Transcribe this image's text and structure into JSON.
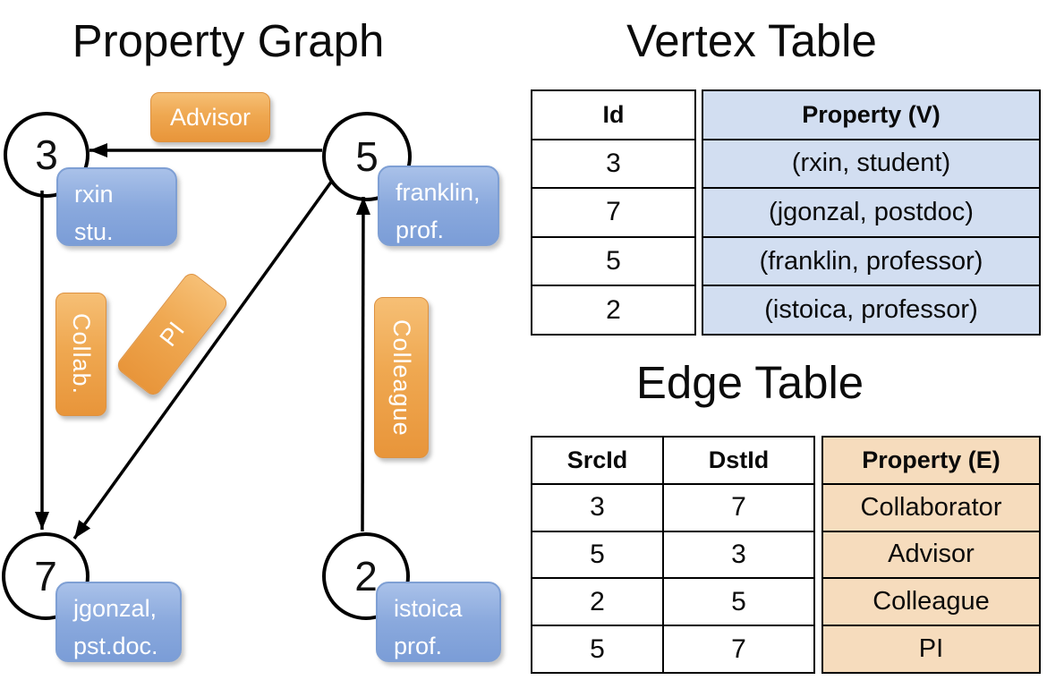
{
  "graph": {
    "title": "Property Graph",
    "nodes": {
      "n3": {
        "id": "3",
        "prop_line1": "rxin",
        "prop_line2": "stu."
      },
      "n5": {
        "id": "5",
        "prop_line1": "franklin,",
        "prop_line2": "prof."
      },
      "n7": {
        "id": "7",
        "prop_line1": "jgonzal,",
        "prop_line2": "pst.doc."
      },
      "n2": {
        "id": "2",
        "prop_line1": "istoica",
        "prop_line2": "prof."
      }
    },
    "edge_labels": {
      "advisor": "Advisor",
      "collab": "Collab.",
      "pi": "PI",
      "colleague": "Colleague"
    }
  },
  "vertex_table": {
    "title": "Vertex Table",
    "id_header": "Id",
    "property_header": "Property (V)",
    "rows": [
      {
        "id": "3",
        "property": "(rxin, student)"
      },
      {
        "id": "7",
        "property": "(jgonzal, postdoc)"
      },
      {
        "id": "5",
        "property": "(franklin, professor)"
      },
      {
        "id": "2",
        "property": "(istoica, professor)"
      }
    ]
  },
  "edge_table": {
    "title": "Edge Table",
    "src_header": "SrcId",
    "dst_header": "DstId",
    "property_header": "Property (E)",
    "rows": [
      {
        "src": "3",
        "dst": "7",
        "property": "Collaborator"
      },
      {
        "src": "5",
        "dst": "3",
        "property": "Advisor"
      },
      {
        "src": "2",
        "dst": "5",
        "property": "Colleague"
      },
      {
        "src": "5",
        "dst": "7",
        "property": "PI"
      }
    ]
  },
  "colors": {
    "vertex_table_fill": "#d2def1",
    "edge_table_fill": "#f6dcbd",
    "edge_label_orange": "#ec9c42",
    "vertex_box_blue": "#85a5da",
    "line_black": "#000000"
  }
}
